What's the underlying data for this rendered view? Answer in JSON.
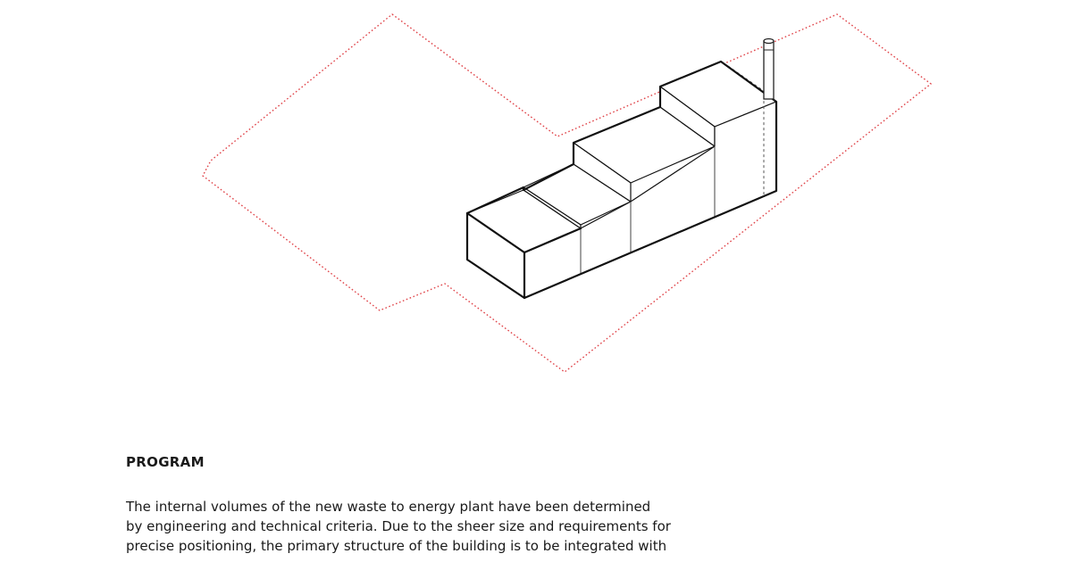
{
  "diagram": {
    "colors": {
      "site_boundary": "#e0454a",
      "building_outline": "#111111"
    }
  },
  "text": {
    "heading": "PROGRAM",
    "paragraph_lines": [
      "The internal volumes of the new waste to energy plant have been determined",
      "by engineering and technical criteria. Due to the sheer size and requirements for",
      "precise positioning, the primary structure of the building is to be integrated with"
    ]
  }
}
